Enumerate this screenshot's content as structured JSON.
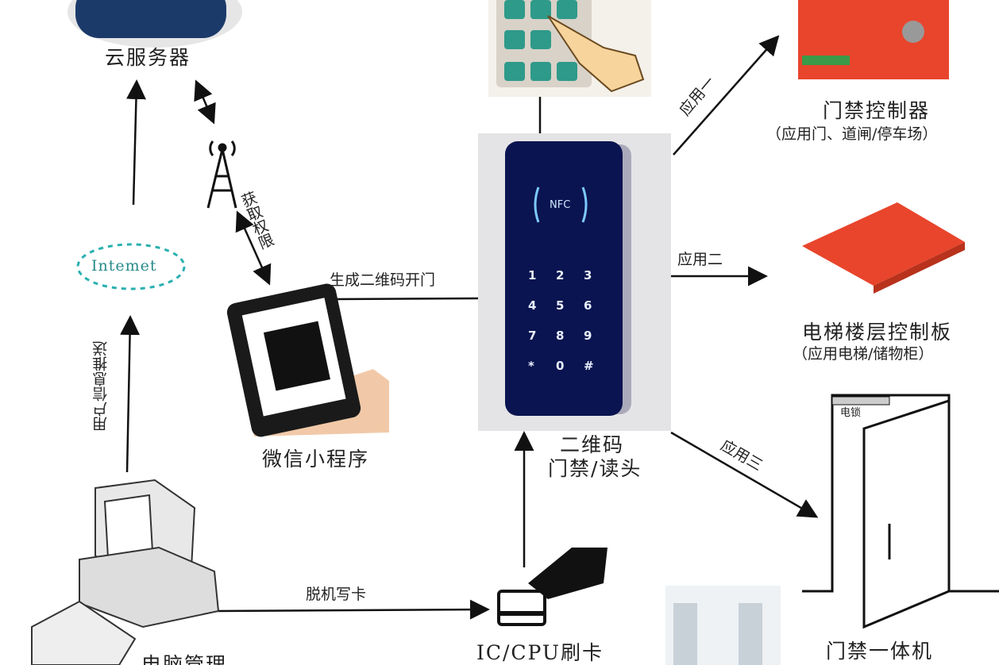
{
  "nodes": {
    "cloud_server": "云服务器",
    "internet": "Intemet",
    "wechat_mini_program": "微信小程序",
    "computer_management": "电脑管理",
    "ic_cpu_card": "IC/CPU刷卡",
    "reader_line1": "二维码",
    "reader_line2": "门禁/读头",
    "access_controller": "门禁控制器",
    "access_controller_note": "（应用门、道闸/停车场）",
    "elevator_board": "电梯楼层控制板",
    "elevator_board_note": "（应用电梯/储物柜）",
    "all_in_one": "门禁一体机",
    "electric_lock": "电锁",
    "keypad_nfc": "NFC",
    "keypad_keys": [
      "1",
      "2",
      "3",
      "4",
      "5",
      "6",
      "7",
      "8",
      "9",
      "*",
      "0",
      "#"
    ]
  },
  "edges": {
    "get_permission": "获取权限",
    "generate_qr_open": "生成二维码开门",
    "user_info_push": "用户信息推送",
    "offline_write_card": "脱机写卡",
    "app1": "应用一",
    "app2": "应用二",
    "app3": "应用三"
  },
  "colors": {
    "reader_panel": "#0a1450",
    "board": "#e8452c",
    "internet_dash": "#2ab0b0",
    "cloud": "#1b3a6a"
  }
}
